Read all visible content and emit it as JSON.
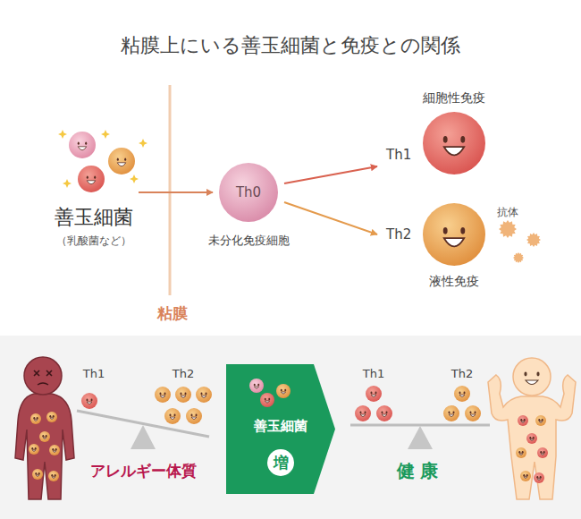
{
  "diagram": {
    "title": "粘膜上にいる善玉細菌と免疫との関係",
    "nodes": [
      {
        "text": [
          "善玉細菌",
          "（乳酸菌など）"
        ]
      },
      {
        "text": [
          "Th0",
          "未分化免疫細胞"
        ]
      },
      {
        "text": [
          "Th1",
          "細胞性免疫"
        ]
      },
      {
        "text": [
          "Th2",
          "液性免疫"
        ]
      },
      {
        "text": [
          "善玉細菌"
        ]
      },
      {
        "text": [
          "増"
        ],
        "in": 4
      }
    ],
    "edges": [
      {
        "from": 0,
        "to": 1,
        "arrow": "to"
      },
      {
        "from": 1,
        "to": 2,
        "arrow": "to"
      },
      {
        "from": 1,
        "to": 3,
        "arrow": "to"
      }
    ],
    "labels": [
      "粘膜",
      "抗体",
      "Th1",
      "Th2",
      "アレルギー体質",
      "Th1",
      "Th2",
      "健康"
    ]
  }
}
